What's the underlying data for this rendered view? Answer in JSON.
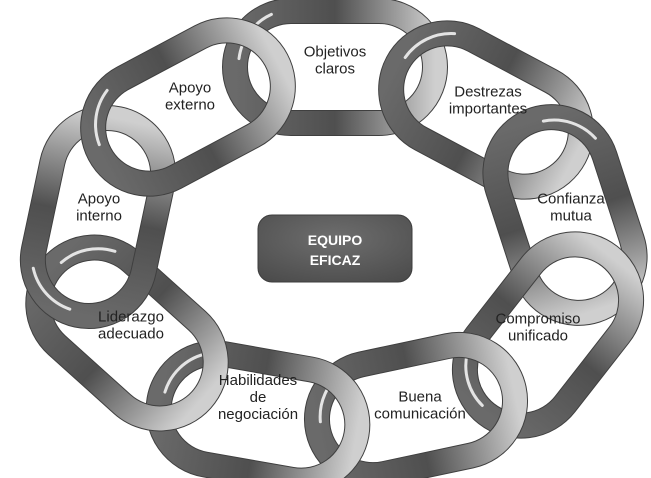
{
  "diagram": {
    "center": {
      "lines": [
        "EQUIPO",
        "EFICAZ"
      ]
    },
    "links": [
      {
        "id": "objetivos",
        "lines": [
          "Objetivos",
          "claros"
        ]
      },
      {
        "id": "destrezas",
        "lines": [
          "Destrezas",
          "importantes"
        ]
      },
      {
        "id": "confianza",
        "lines": [
          "Confianza",
          "mutua"
        ]
      },
      {
        "id": "compromiso",
        "lines": [
          "Compromiso",
          "unificado"
        ]
      },
      {
        "id": "comunicacion",
        "lines": [
          "Buena",
          "comunicación"
        ]
      },
      {
        "id": "negociacion",
        "lines": [
          "Habilidades",
          "de",
          "negociación"
        ]
      },
      {
        "id": "liderazgo",
        "lines": [
          "Liderazgo",
          "adecuado"
        ]
      },
      {
        "id": "apoyo-interno",
        "lines": [
          "Apoyo",
          "interno"
        ]
      },
      {
        "id": "apoyo-externo",
        "lines": [
          "Apoyo",
          "externo"
        ]
      }
    ],
    "colors": {
      "link_dark": "#5e5e5e",
      "link_mid": "#8a8a8a",
      "link_light": "#bdbdbd",
      "highlight": "#f2f2f2",
      "center_fill": "#5f5f5f",
      "text": "#222222"
    }
  }
}
